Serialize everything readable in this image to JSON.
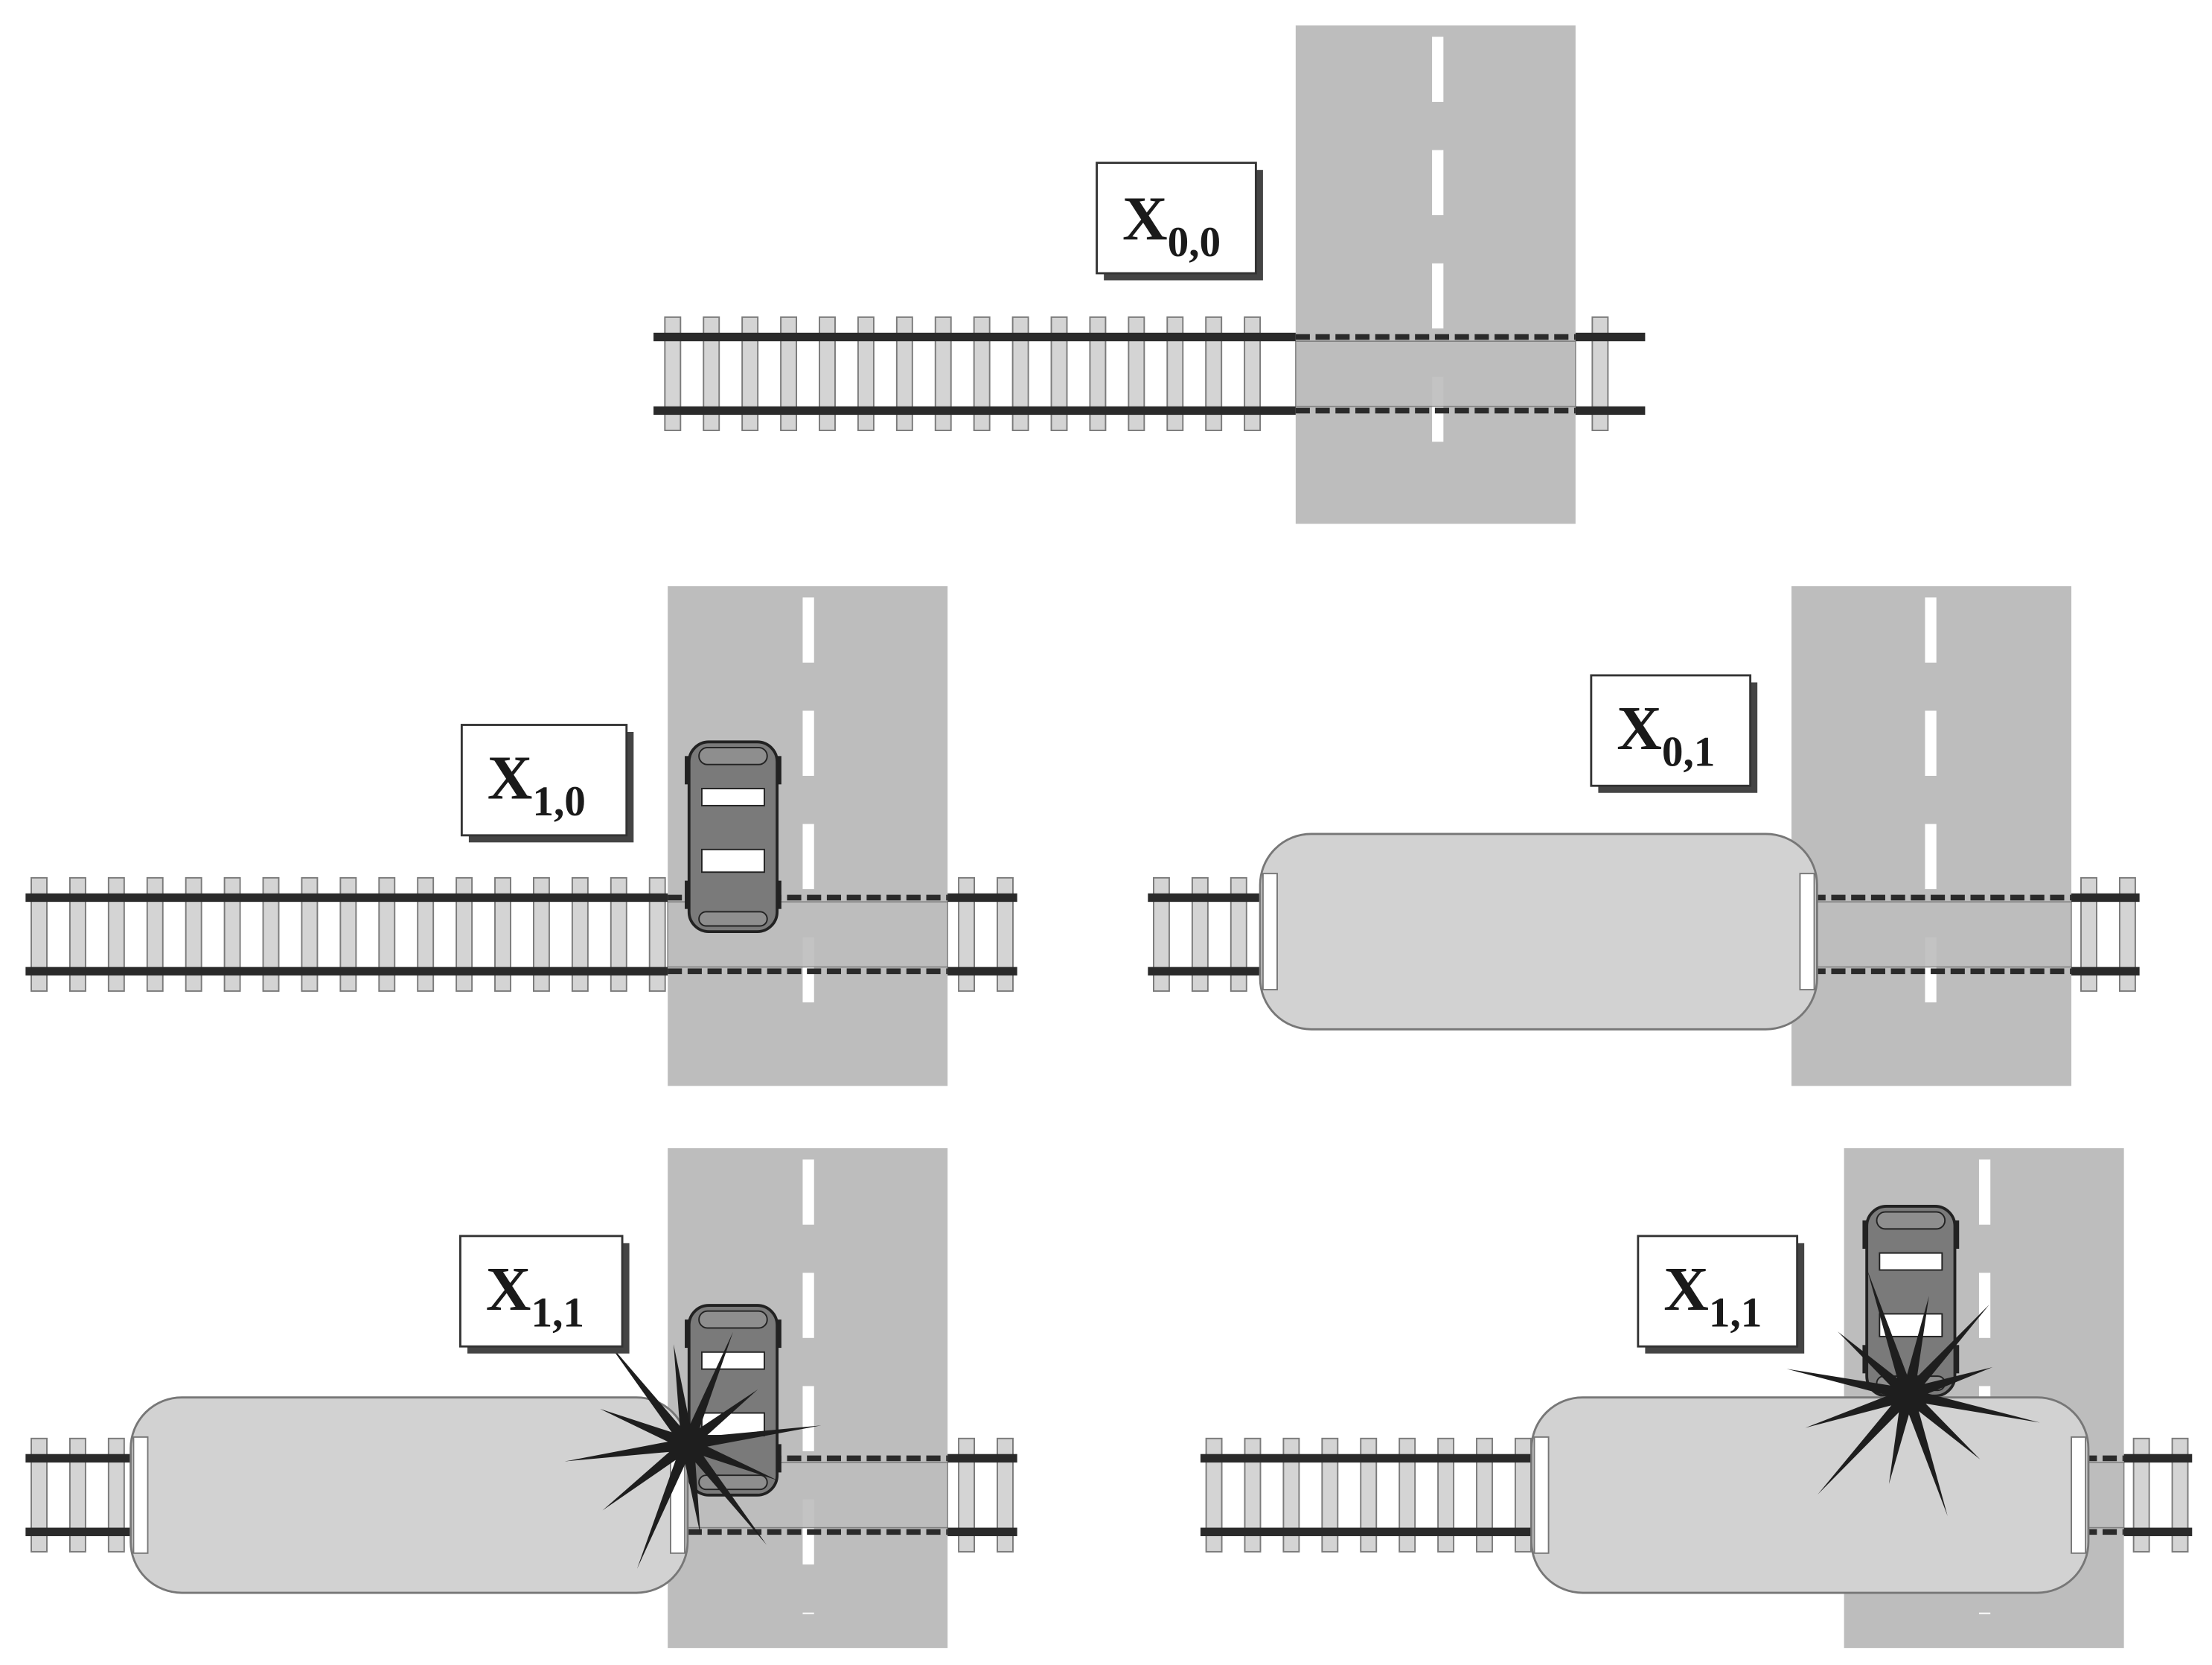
{
  "colors": {
    "road": "#bdbdbd",
    "road_marking": "#ffffff",
    "rail": "#2a2a2a",
    "sleeper_fill": "#d4d4d4",
    "sleeper_stroke": "#7a7a7a",
    "train_fill": "#d2d2d2",
    "train_stroke": "#777777",
    "car_body": "#7a7a7a",
    "car_outline": "#222222",
    "crash": "#1e1e1e",
    "label_shadow": "#444444"
  },
  "scenes": [
    {
      "id": "x00",
      "label": {
        "base": "X",
        "sub": "0,0"
      },
      "car": false,
      "train": false,
      "crash": false
    },
    {
      "id": "x10",
      "label": {
        "base": "X",
        "sub": "1,0"
      },
      "car": true,
      "train": false,
      "crash": false
    },
    {
      "id": "x01",
      "label": {
        "base": "X",
        "sub": "0,1"
      },
      "car": false,
      "train": true,
      "crash": false
    },
    {
      "id": "x11a",
      "label": {
        "base": "X",
        "sub": "1,1"
      },
      "car": true,
      "train": true,
      "crash": true
    },
    {
      "id": "x11b",
      "label": {
        "base": "X",
        "sub": "1,1"
      },
      "car": true,
      "train": true,
      "crash": true
    }
  ]
}
